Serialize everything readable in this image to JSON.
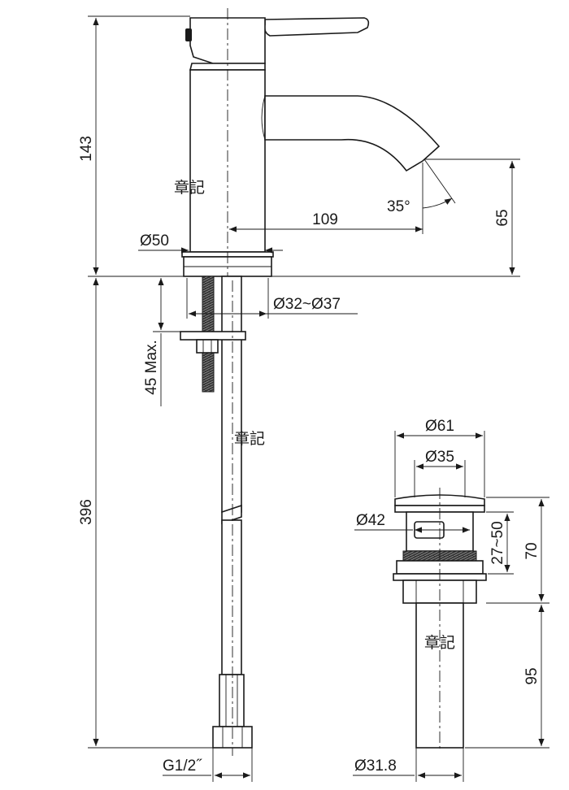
{
  "dimensions": {
    "height_total": "143",
    "spout_angle": "35°",
    "spout_reach": "109",
    "spout_height": "65",
    "base_diameter": "Ø50",
    "hole_diameter": "Ø32~Ø37",
    "max_thickness": "45 Max.",
    "hose_length": "396",
    "connection": "G1/2˝",
    "drain_cap": "Ø61",
    "drain_body": "Ø35",
    "drain_flange": "Ø42",
    "drain_range": "27~50",
    "drain_height": "70",
    "drain_tail": "95",
    "drain_tube": "Ø31.8"
  },
  "marks": {
    "faucet": "章記",
    "hose": "章記",
    "drain": "章記"
  },
  "colors": {
    "line": "#1a1a1a",
    "background": "#ffffff"
  }
}
